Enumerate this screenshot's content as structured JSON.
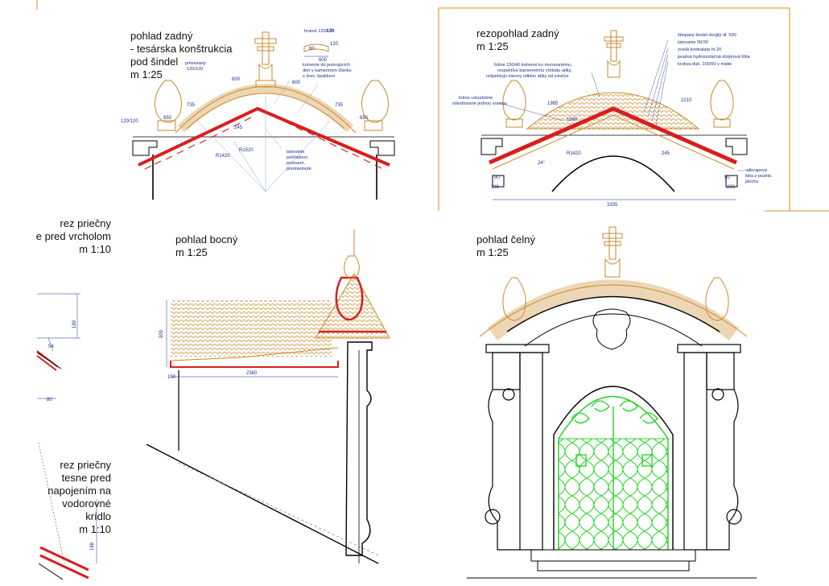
{
  "titles": {
    "back_view": "pohlad zadný\n- tesárska konštrukcia\npod šindel\nm 1:25",
    "section_back": "rezopohlad zadný\nm 1:25",
    "cross_section_top": "rez priečny\ne pred vrcholom\nm 1:10",
    "side_view": "pohlad bocný\nm 1:25",
    "front_view": "pohlad čelný\nm 1:25",
    "cross_section_junction": "rez priečny\ntesne pred\nnapojením na\nvodorovné\nkrídlo\nm 1:10"
  },
  "back_view_notes": {
    "hranol": "hranol 120/120",
    "prikresany": "prikresaný\n120/120",
    "kotvenie": "kotvenie do jestvujúcich\ndier v kamennom článku\ns drev. špalíkom",
    "latovanie": "latovanie\npohľadovo\npriznané,\npriomietnuté",
    "section_120": "120/120"
  },
  "back_view_dims": [
    "600",
    "600",
    "735",
    "735",
    "650",
    "650",
    "245",
    "R1520",
    "R1420",
    "60",
    "120",
    "120",
    "600"
  ],
  "section_notes": {
    "fosne_150": "fošne 150/40 kotvené ku murovanému,\nrespektíve kamennému chrbátu atiky,\nrešpektujú mierny odklon atiky od zvislice",
    "fosne_celoplosne": "fošne celoplošné\nošindlované jednou vrstvou",
    "layers": "štiepaný šindel dvojitý dl. 500\nlatovanie 50/30\nzvislá kontralata hr.20\nposilná hydroizolačná dotyková fólia\nkrokva dub. 100/50 v malte",
    "odkvap": "odkvapová\nlišta z pozink.\nplechu"
  },
  "section_dims": [
    "1985",
    "2210",
    "1590",
    "R1420",
    "245",
    "24°",
    "90",
    "200",
    "200",
    "50",
    "3335"
  ],
  "cross_section_dims": [
    "189",
    "54",
    "80",
    "188"
  ],
  "side_view_dims": [
    "900",
    "2360",
    "100"
  ]
}
